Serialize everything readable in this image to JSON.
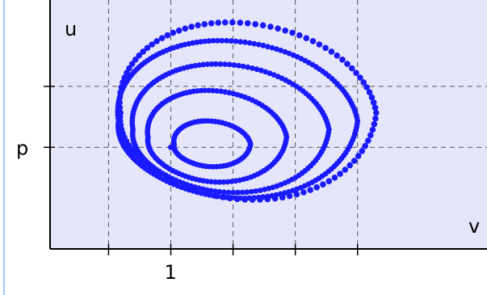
{
  "chart_data": {
    "type": "scatter",
    "title": "",
    "xlabel": "v",
    "ylabel": "u",
    "x_tick_labels": [
      {
        "x": 1,
        "label": "1"
      }
    ],
    "y_tick_labels": [
      {
        "y": 1,
        "label": "p"
      }
    ],
    "xlim": [
      0.03,
      3.54
    ],
    "ylim": [
      0.0,
      2.45
    ],
    "grid": true,
    "x_gridlines": [
      0.5,
      1,
      1.5,
      2,
      2.5
    ],
    "y_gridlines": [
      1,
      1.6
    ],
    "equilibrium_point": {
      "x": 1,
      "y": 1
    },
    "series": [
      {
        "shape": {
          "cx": 1.32,
          "rx": 0.32,
          "ry": 0.25,
          "top": 1.26,
          "bottom": 0.8
        },
        "point_count": 70
      },
      {
        "shape": {
          "cx": 1.35,
          "rx": 0.58,
          "ry": 0.46,
          "top": 1.56,
          "bottom": 0.64
        },
        "point_count": 110
      },
      {
        "shape": {
          "cx": 1.45,
          "rx": 0.82,
          "ry": 0.6,
          "top": 1.82,
          "bottom": 0.53
        },
        "point_count": 140
      },
      {
        "shape": {
          "cx": 1.5,
          "rx": 1.0,
          "ry": 0.72,
          "top": 2.05,
          "bottom": 0.47
        },
        "point_count": 170
      },
      {
        "shape": {
          "cx": 1.58,
          "rx": 1.07,
          "ry": 0.78,
          "top": 2.23,
          "bottom": 0.45
        },
        "point_count": 110
      }
    ],
    "colors": {
      "background": "#e6e6fa",
      "points": "#1a1aff",
      "grid": "#555555",
      "axis": "#000000",
      "border": "#3399ff"
    }
  }
}
